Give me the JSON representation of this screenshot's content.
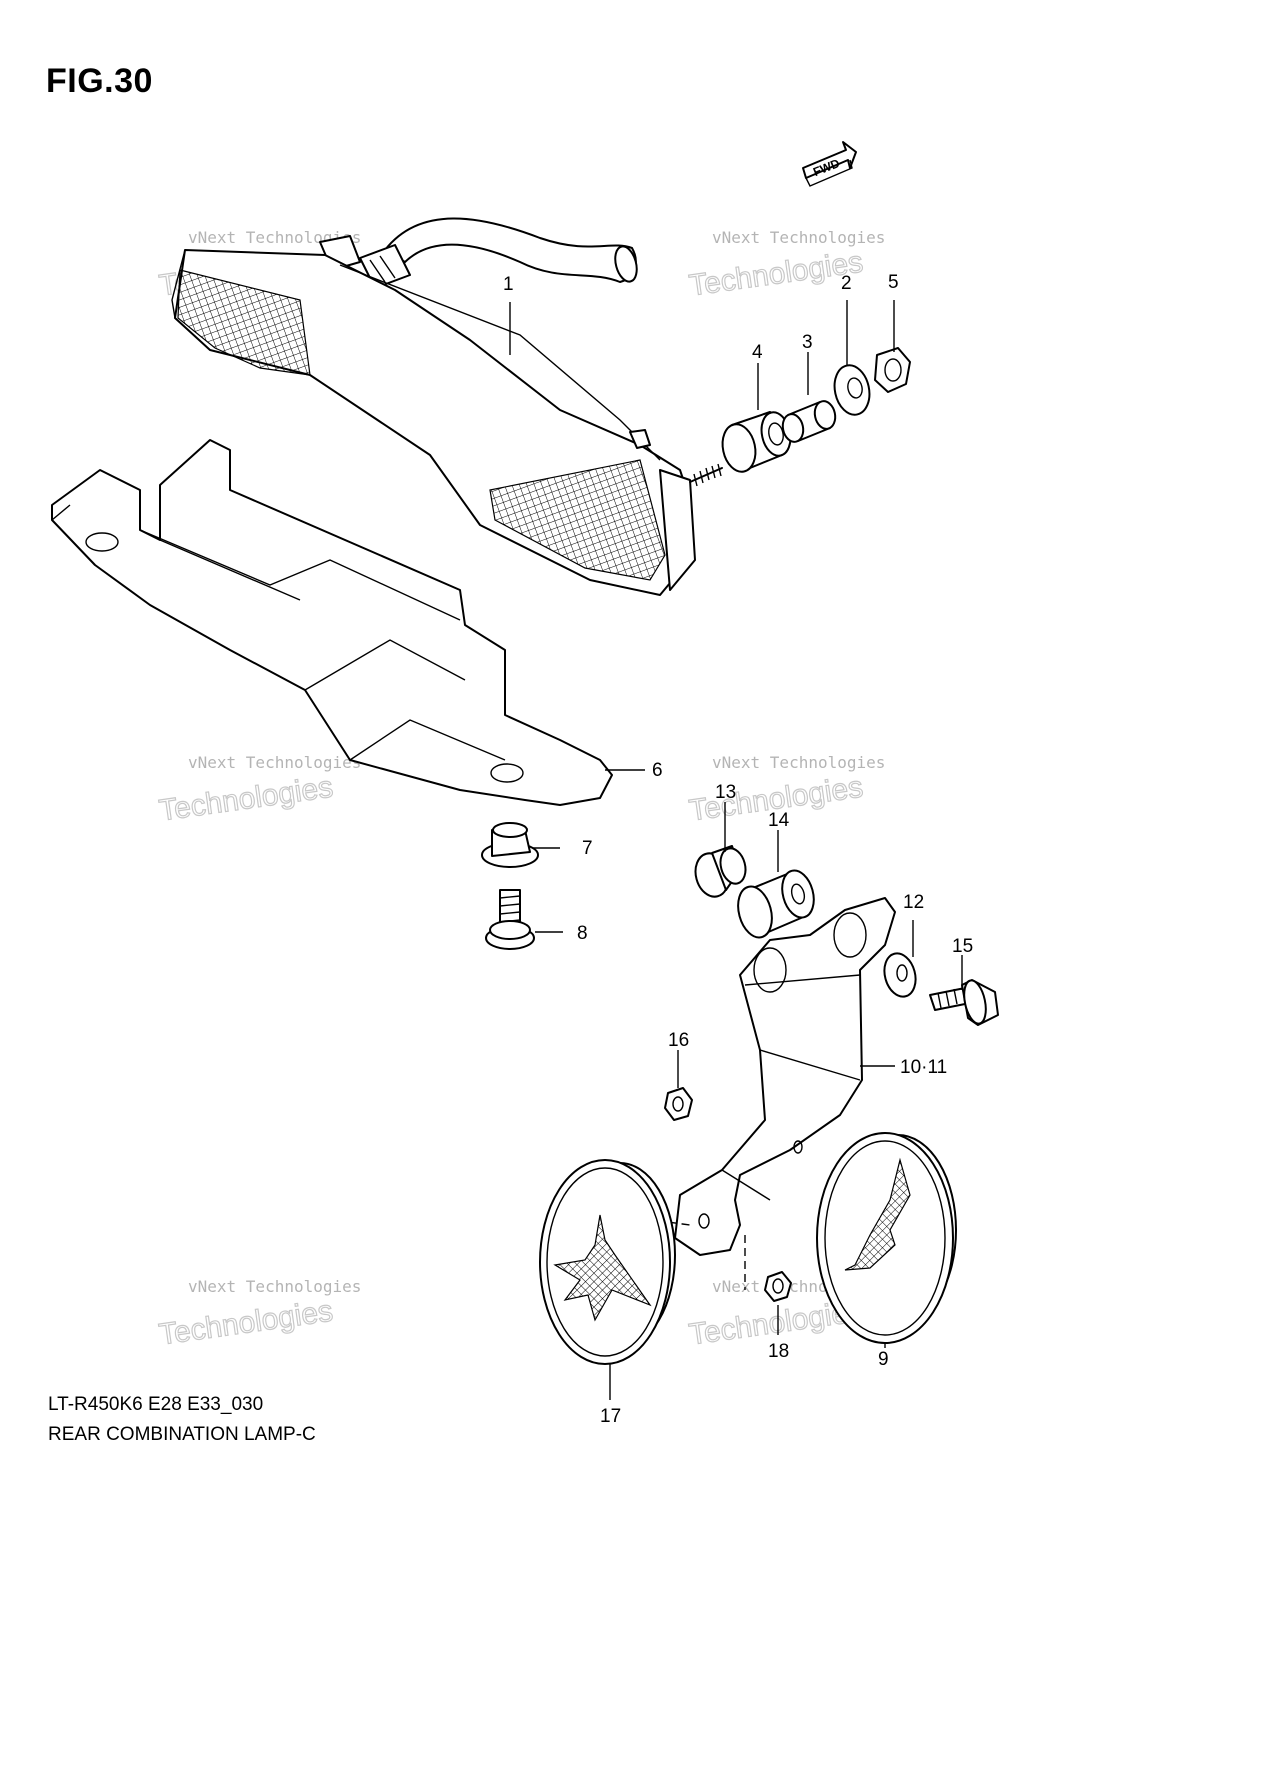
{
  "figure": {
    "title": "FIG.30"
  },
  "fwd_label": "FWD",
  "watermark": {
    "line1": "vNext Technologies",
    "line2": "Technologies",
    "top": "vNext"
  },
  "callouts": {
    "p1": "1",
    "p2": "2",
    "p3": "3",
    "p4": "4",
    "p5": "5",
    "p6": "6",
    "p7": "7",
    "p8": "8",
    "p9": "9",
    "p10_11": "10·11",
    "p12": "12",
    "p13": "13",
    "p14": "14",
    "p15": "15",
    "p16": "16",
    "p17": "17",
    "p18": "18"
  },
  "footer": {
    "code": "LT-R450K6 E28 E33_030",
    "name": "REAR COMBINATION LAMP-C"
  },
  "colors": {
    "line": "#000000",
    "watermark": "#bbbbbb",
    "background": "#ffffff"
  }
}
